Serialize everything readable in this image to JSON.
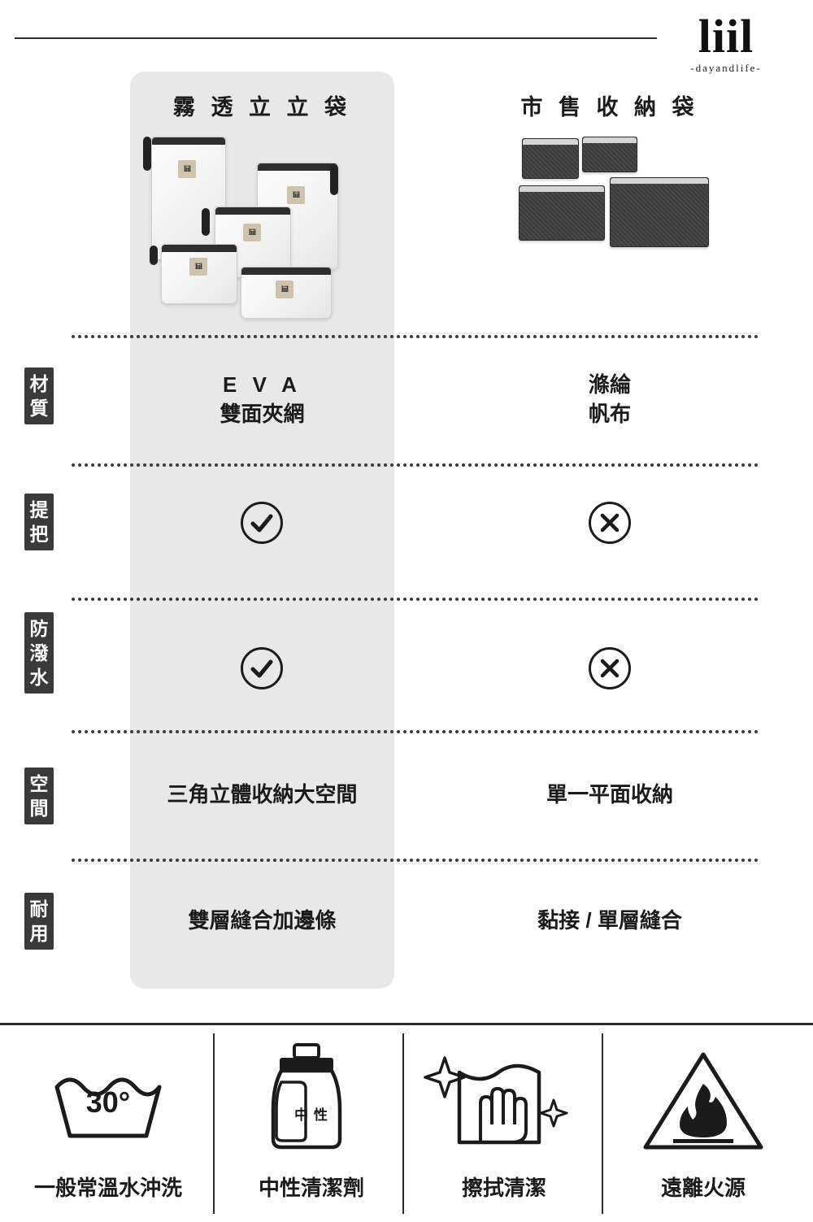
{
  "brand": {
    "logo_mark": "liil",
    "logo_sub": "-dayandlife-"
  },
  "table": {
    "columns": [
      {
        "id": "ours",
        "header": "霧 透 立 立 袋"
      },
      {
        "id": "market",
        "header": "市 售 收 納 袋"
      }
    ],
    "rows": [
      {
        "label": "材質",
        "label_chars": [
          "材",
          "質"
        ],
        "ours": "EVA\n雙面夾網",
        "ours_line1": "E V A",
        "ours_line2": "雙面夾網",
        "market_line1": "滌綸",
        "market_line2": "帆布",
        "type": "text"
      },
      {
        "label": "提把",
        "label_chars": [
          "提",
          "把"
        ],
        "ours": "check",
        "market": "cross",
        "type": "mark"
      },
      {
        "label": "防潑水",
        "label_chars": [
          "防",
          "潑",
          "水"
        ],
        "ours": "check",
        "market": "cross",
        "type": "mark"
      },
      {
        "label": "空間",
        "label_chars": [
          "空",
          "間"
        ],
        "ours": "三角立體收納大空間",
        "market": "單一平面收納",
        "type": "text"
      },
      {
        "label": "耐用",
        "label_chars": [
          "耐",
          "用"
        ],
        "ours": "雙層縫合加邊條",
        "market": "黏接 / 單層縫合",
        "type": "text"
      }
    ]
  },
  "care": [
    {
      "icon": "wash-basin-icon",
      "temp": "30°",
      "label": "一般常溫水沖洗"
    },
    {
      "icon": "detergent-bottle-icon",
      "bottle_text": "中 性",
      "label": "中性清潔劑"
    },
    {
      "icon": "wipe-cloth-icon",
      "label": "擦拭清潔"
    },
    {
      "icon": "no-fire-icon",
      "label": "遠離火源"
    }
  ],
  "colors": {
    "ink": "#1b1b1b",
    "panel": "#e8e8e8",
    "tag": "#cfc3ae"
  }
}
